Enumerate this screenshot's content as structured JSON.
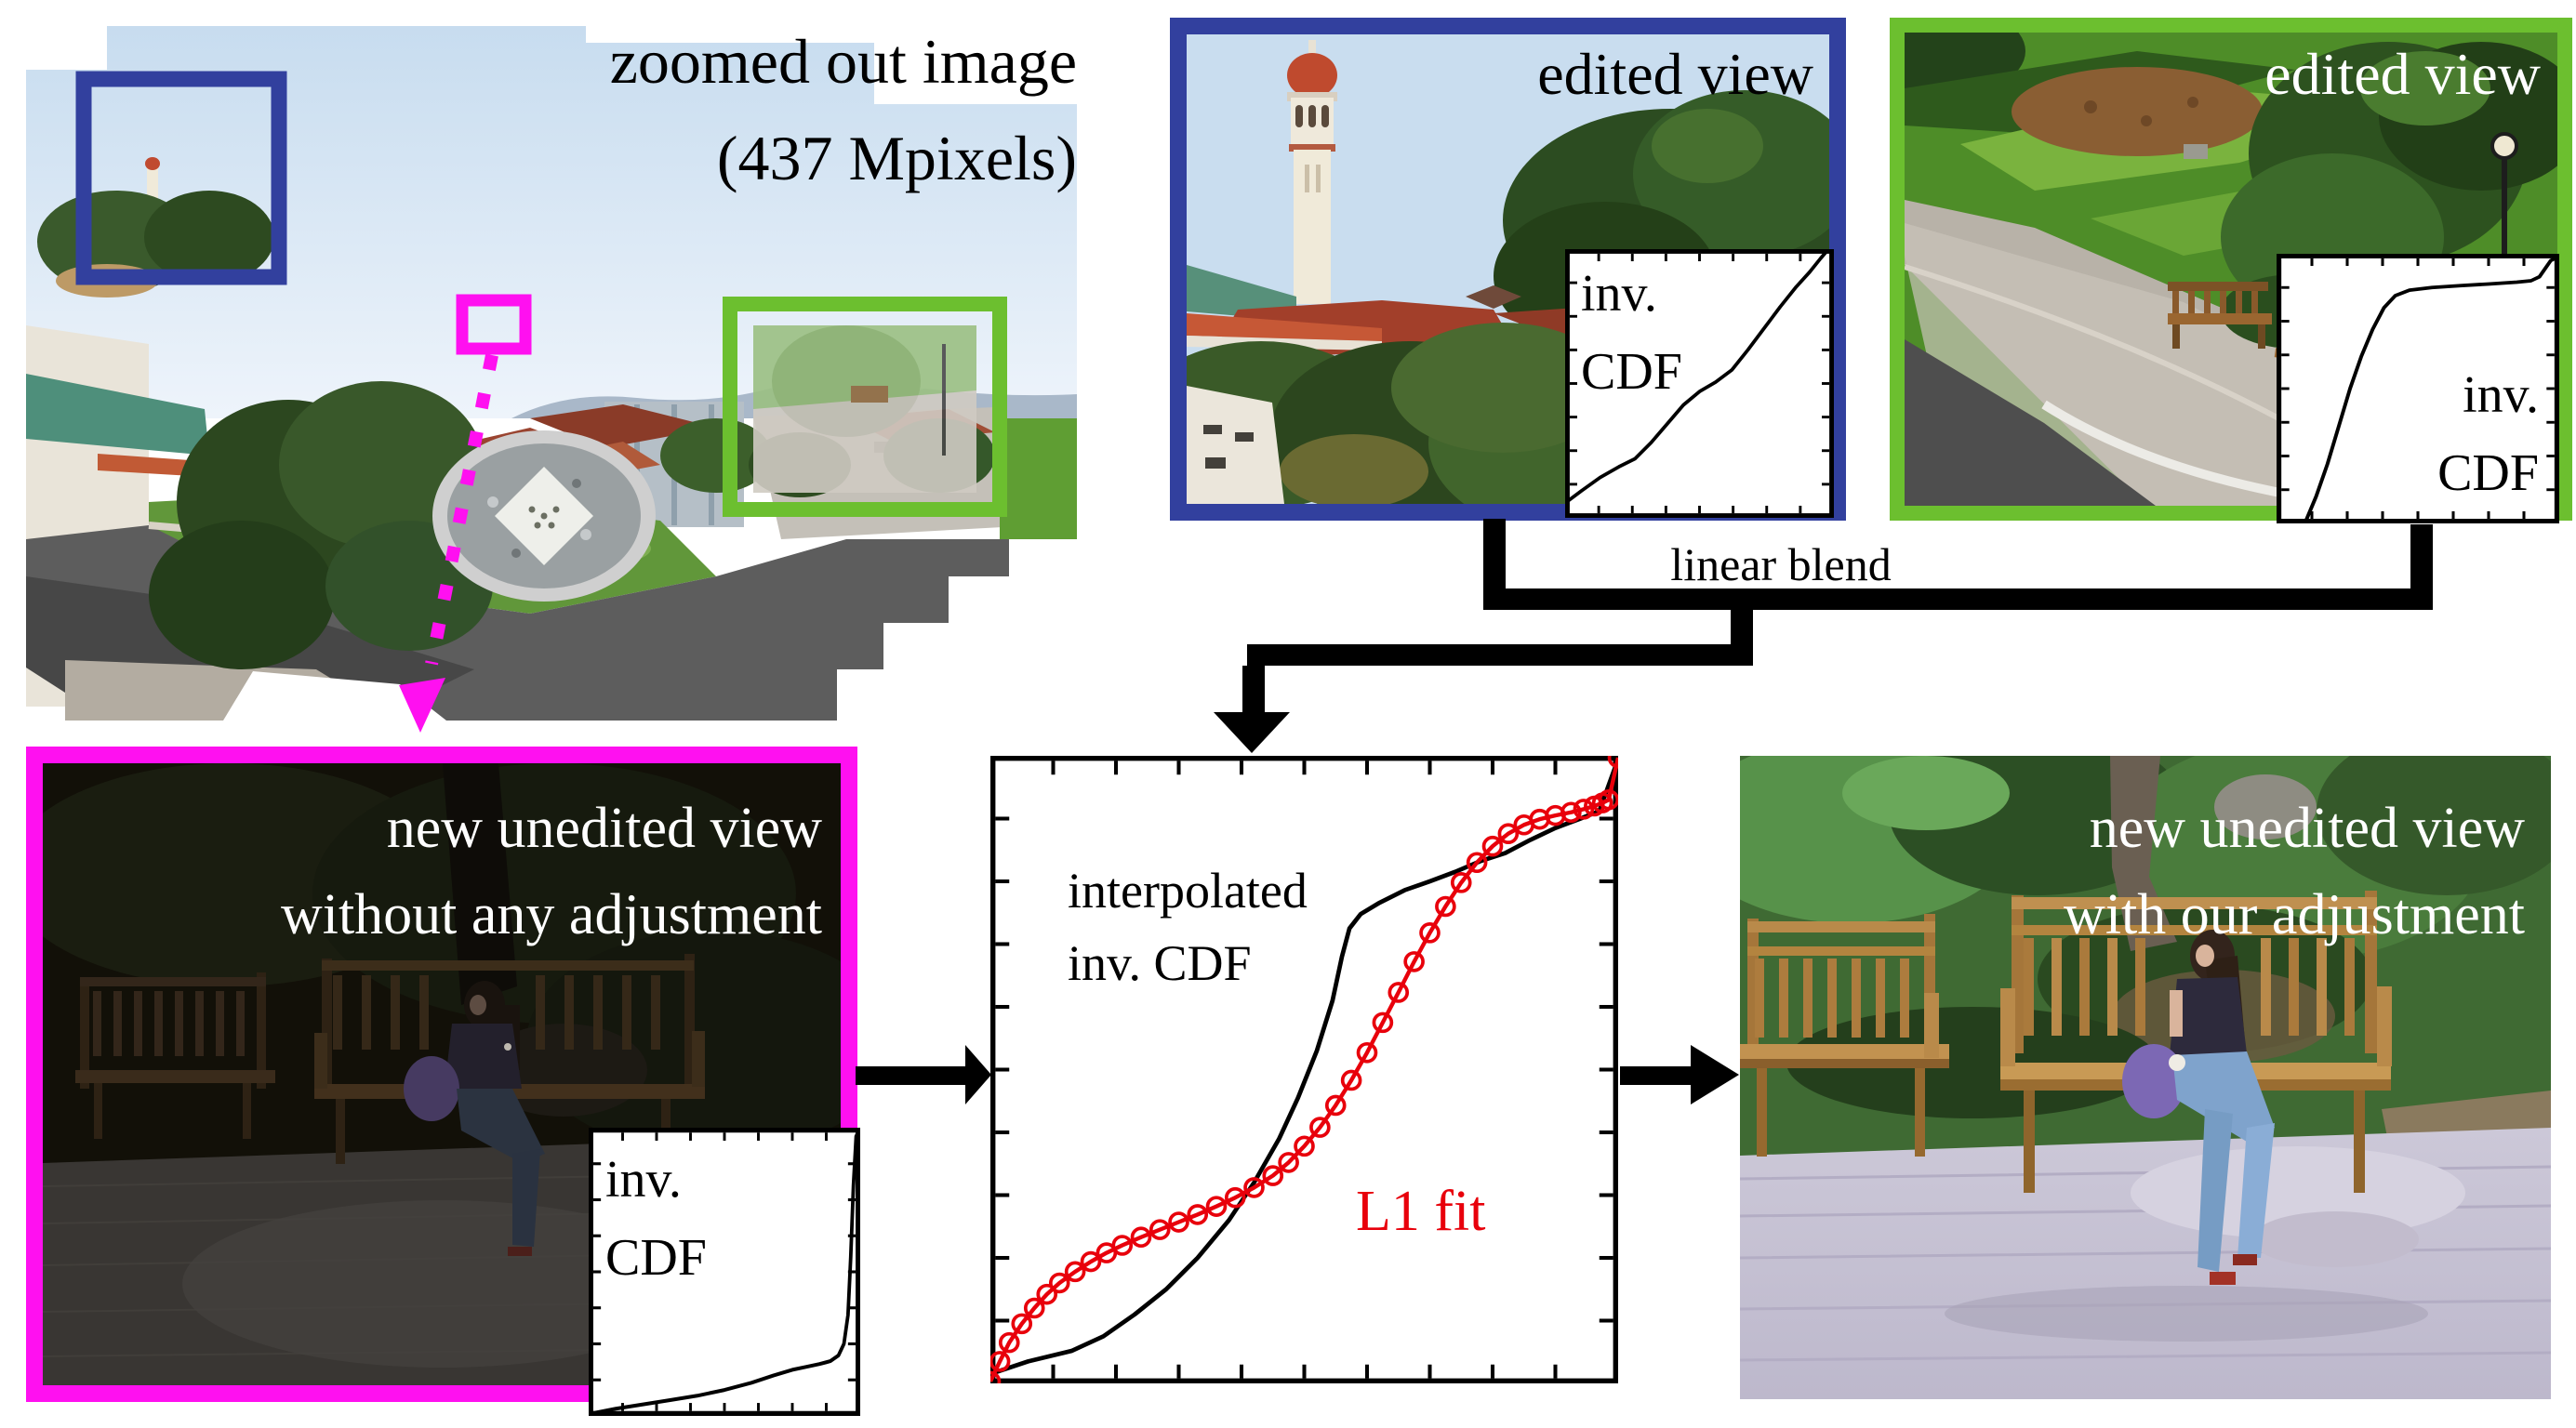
{
  "panorama": {
    "title_line1": "zoomed out image",
    "title_line2": "(437 Mpixels)"
  },
  "blue_view": {
    "label": "edited view",
    "inset_label_line1": "inv.",
    "inset_label_line2": "CDF"
  },
  "green_view": {
    "label": "edited view",
    "inset_label_line1": "inv.",
    "inset_label_line2": "CDF"
  },
  "blend": {
    "label": "linear blend"
  },
  "unadjusted_view": {
    "label_line1": "new unedited view",
    "label_line2": "without any adjustment",
    "inset_label_line1": "inv.",
    "inset_label_line2": "CDF"
  },
  "adjusted_view": {
    "label_line1": "new unedited view",
    "label_line2": "with our adjustment"
  },
  "main_plot": {
    "series1_label_line1": "interpolated",
    "series1_label_line2": "inv. CDF",
    "series2_label": "L1 fit"
  },
  "colors": {
    "blue_frame": "#32409e",
    "green_frame": "#6cbf2f",
    "magenta_frame": "#ff10f0",
    "red_curve": "#e8000b",
    "black_curve": "#000000"
  },
  "chart_data": [
    {
      "id": "interpolated-inv-cdf-plot",
      "type": "line",
      "title": "",
      "xlabel": "",
      "ylabel": "",
      "x_range": [
        0,
        1
      ],
      "y_range": [
        0,
        1
      ],
      "x_tick_step": 0.1,
      "grid": false,
      "legend": "in-plot text labels",
      "series": [
        {
          "name": "interpolated inv. CDF",
          "color": "#000000",
          "marker": "none",
          "points": [
            [
              0,
              0.015
            ],
            [
              0.06,
              0.035
            ],
            [
              0.13,
              0.052
            ],
            [
              0.18,
              0.075
            ],
            [
              0.23,
              0.11
            ],
            [
              0.28,
              0.15
            ],
            [
              0.33,
              0.2
            ],
            [
              0.38,
              0.26
            ],
            [
              0.42,
              0.32
            ],
            [
              0.46,
              0.39
            ],
            [
              0.49,
              0.455
            ],
            [
              0.52,
              0.53
            ],
            [
              0.545,
              0.61
            ],
            [
              0.56,
              0.68
            ],
            [
              0.572,
              0.725
            ],
            [
              0.59,
              0.748
            ],
            [
              0.62,
              0.766
            ],
            [
              0.66,
              0.786
            ],
            [
              0.7,
              0.8
            ],
            [
              0.74,
              0.815
            ],
            [
              0.78,
              0.832
            ],
            [
              0.82,
              0.845
            ],
            [
              0.86,
              0.866
            ],
            [
              0.9,
              0.885
            ],
            [
              0.94,
              0.9
            ],
            [
              0.97,
              0.912
            ],
            [
              1,
              0.995
            ]
          ]
        },
        {
          "name": "L1 fit",
          "color": "#e8000b",
          "marker": "circle",
          "points": [
            [
              0,
              0.003
            ],
            [
              0.015,
              0.035
            ],
            [
              0.03,
              0.065
            ],
            [
              0.05,
              0.095
            ],
            [
              0.07,
              0.12
            ],
            [
              0.09,
              0.142
            ],
            [
              0.11,
              0.16
            ],
            [
              0.135,
              0.178
            ],
            [
              0.16,
              0.194
            ],
            [
              0.185,
              0.208
            ],
            [
              0.21,
              0.22
            ],
            [
              0.24,
              0.233
            ],
            [
              0.27,
              0.245
            ],
            [
              0.3,
              0.257
            ],
            [
              0.33,
              0.269
            ],
            [
              0.36,
              0.282
            ],
            [
              0.39,
              0.296
            ],
            [
              0.42,
              0.312
            ],
            [
              0.45,
              0.331
            ],
            [
              0.475,
              0.352
            ],
            [
              0.5,
              0.378
            ],
            [
              0.525,
              0.408
            ],
            [
              0.55,
              0.443
            ],
            [
              0.575,
              0.483
            ],
            [
              0.6,
              0.527
            ],
            [
              0.625,
              0.575
            ],
            [
              0.65,
              0.623
            ],
            [
              0.675,
              0.672
            ],
            [
              0.7,
              0.718
            ],
            [
              0.725,
              0.76
            ],
            [
              0.75,
              0.798
            ],
            [
              0.775,
              0.83
            ],
            [
              0.8,
              0.856
            ],
            [
              0.825,
              0.876
            ],
            [
              0.85,
              0.89
            ],
            [
              0.875,
              0.899
            ],
            [
              0.9,
              0.905
            ],
            [
              0.925,
              0.91
            ],
            [
              0.945,
              0.915
            ],
            [
              0.962,
              0.92
            ],
            [
              0.975,
              0.925
            ],
            [
              0.985,
              0.93
            ],
            [
              1,
              0.997
            ]
          ]
        }
      ]
    },
    {
      "id": "inv-cdf-edited-blue",
      "type": "line",
      "title": "inv. CDF",
      "x_range": [
        0,
        1
      ],
      "y_range": [
        0,
        1
      ],
      "x_tick_step": 0.125,
      "grid": false,
      "series": [
        {
          "name": "inv. CDF (blue edited view)",
          "color": "#000000",
          "marker": "none",
          "points": [
            [
              0,
              0.055
            ],
            [
              0.06,
              0.1
            ],
            [
              0.13,
              0.15
            ],
            [
              0.2,
              0.19
            ],
            [
              0.26,
              0.22
            ],
            [
              0.32,
              0.28
            ],
            [
              0.38,
              0.35
            ],
            [
              0.44,
              0.42
            ],
            [
              0.5,
              0.47
            ],
            [
              0.56,
              0.505
            ],
            [
              0.62,
              0.55
            ],
            [
              0.68,
              0.625
            ],
            [
              0.74,
              0.705
            ],
            [
              0.8,
              0.785
            ],
            [
              0.86,
              0.86
            ],
            [
              0.91,
              0.915
            ],
            [
              0.95,
              0.965
            ],
            [
              0.98,
              1
            ]
          ]
        }
      ]
    },
    {
      "id": "inv-cdf-edited-green",
      "type": "line",
      "title": "inv. CDF",
      "x_range": [
        0,
        1
      ],
      "y_range": [
        0,
        1
      ],
      "x_tick_step": 0.125,
      "grid": false,
      "series": [
        {
          "name": "inv. CDF (green edited view)",
          "color": "#000000",
          "marker": "none",
          "points": [
            [
              0.1,
              0
            ],
            [
              0.14,
              0.1
            ],
            [
              0.18,
              0.22
            ],
            [
              0.22,
              0.36
            ],
            [
              0.26,
              0.5
            ],
            [
              0.3,
              0.62
            ],
            [
              0.34,
              0.72
            ],
            [
              0.38,
              0.8
            ],
            [
              0.42,
              0.845
            ],
            [
              0.47,
              0.865
            ],
            [
              0.55,
              0.875
            ],
            [
              0.65,
              0.882
            ],
            [
              0.75,
              0.888
            ],
            [
              0.85,
              0.895
            ],
            [
              0.9,
              0.9
            ],
            [
              0.93,
              0.915
            ],
            [
              0.95,
              0.945
            ],
            [
              0.97,
              0.975
            ],
            [
              1,
              0.99
            ]
          ]
        }
      ]
    },
    {
      "id": "inv-cdf-unadjusted",
      "type": "line",
      "title": "inv. CDF",
      "x_range": [
        0,
        1
      ],
      "y_range": [
        0,
        1
      ],
      "x_tick_step": 0.125,
      "grid": false,
      "series": [
        {
          "name": "inv. CDF (new unedited view)",
          "color": "#000000",
          "marker": "none",
          "points": [
            [
              0.02,
              0.01
            ],
            [
              0.1,
              0.025
            ],
            [
              0.2,
              0.04
            ],
            [
              0.3,
              0.055
            ],
            [
              0.4,
              0.07
            ],
            [
              0.5,
              0.09
            ],
            [
              0.6,
              0.115
            ],
            [
              0.68,
              0.14
            ],
            [
              0.75,
              0.16
            ],
            [
              0.8,
              0.17
            ],
            [
              0.85,
              0.18
            ],
            [
              0.89,
              0.19
            ],
            [
              0.92,
              0.21
            ],
            [
              0.94,
              0.25
            ],
            [
              0.955,
              0.35
            ],
            [
              0.965,
              0.55
            ],
            [
              0.975,
              0.8
            ],
            [
              0.985,
              0.97
            ],
            [
              1,
              1
            ]
          ]
        }
      ]
    }
  ]
}
